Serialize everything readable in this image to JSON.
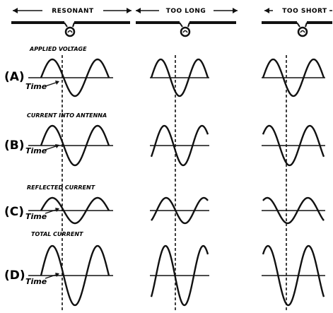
{
  "columns": {
    "resonant": "RESONANT",
    "too_long": "TOO LONG",
    "too_short": "TOO SHORT"
  },
  "rows": {
    "a": {
      "letter": "(A)",
      "title": "APPLIED VOLTAGE",
      "time": "Time"
    },
    "b": {
      "letter": "(B)",
      "title": "CURRENT INTO ANTENNA",
      "time": "Time"
    },
    "c": {
      "letter": "(C)",
      "title": "REFLECTED CURRENT",
      "time": "Time"
    },
    "d": {
      "letter": "(D)",
      "title": "TOTAL CURRENT",
      "time": "Time"
    }
  },
  "colors": {
    "ink": "#111111",
    "paper": "#ffffff"
  }
}
